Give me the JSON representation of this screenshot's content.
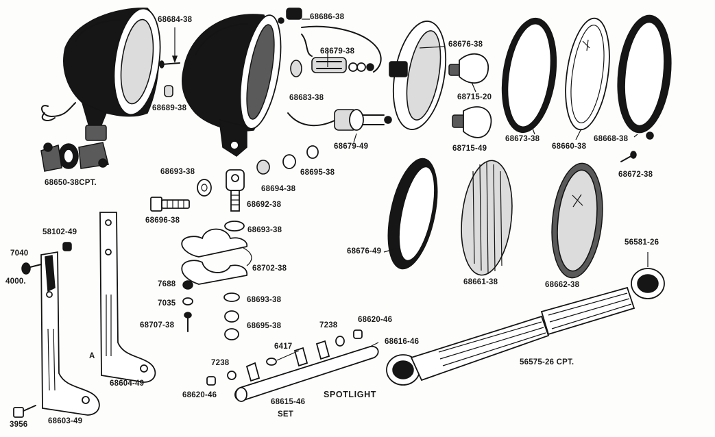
{
  "labels": {
    "l01": "68684-38",
    "l02": "68686-38",
    "l03": "68679-38",
    "l04": "68676-38",
    "l05": "68689-38",
    "l06": "68683-38",
    "l07": "68715-20",
    "l08": "68679-49",
    "l09": "68715-49",
    "l10": "68673-38",
    "l11": "68660-38",
    "l12": "68668-38",
    "l13": "68672-38",
    "l14": "68650-38CPT.",
    "l15": "68693-38",
    "l16": "68694-38",
    "l17": "68695-38",
    "l18": "68692-38",
    "l19": "68696-38",
    "l20": "68693-38",
    "l21": "58102-49",
    "l22": "7040",
    "l23": "4000.",
    "l24": "68702-38",
    "l25": "7688",
    "l26": "7035",
    "l27": "68707-38",
    "l28": "68693-38",
    "l29": "68695-38",
    "l30": "68676-49",
    "l31": "68661-38",
    "l32": "68662-38",
    "l33": "56581-26",
    "l34": "7238",
    "l35": "68620-46",
    "l36": "6417",
    "l37": "68616-46",
    "l38": "7238",
    "l39": "68620-46",
    "l40": "68615-46",
    "l41": "SET",
    "l42": "SPOTLIGHT",
    "l43": "56575-26 CPT.",
    "l44": "68604-49",
    "l45": "A",
    "l46": "68603-49",
    "l47": "3956"
  }
}
